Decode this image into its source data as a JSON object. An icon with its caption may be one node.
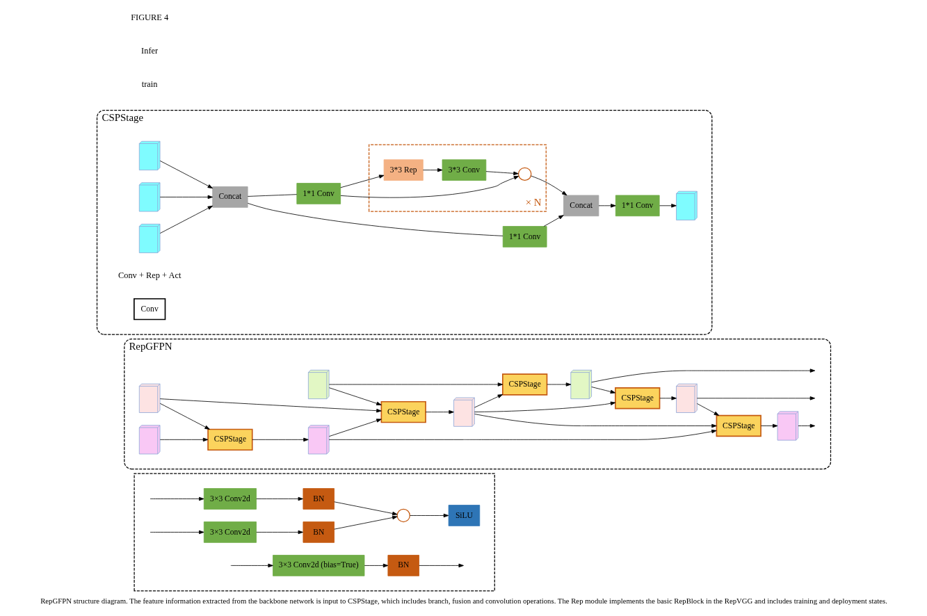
{
  "diagram": {
    "caption": "RepGFPN structure diagram. The feature information extracted from the backbone network is input to CSPStage, which includes branch, fusion and convolution operations. The Rep module implements the basic RepBlock in the RepVGG and includes training and deployment states.",
    "nodes": [
      {
        "text": [
          "CSPStage"
        ]
      },
      {
        "text": [],
        "shape": "picture",
        "in": 0
      },
      {
        "text": [],
        "shape": "picture",
        "in": 0
      },
      {
        "text": [],
        "shape": "picture",
        "in": 0
      },
      {
        "text": [
          "Concat"
        ],
        "in": 0
      },
      {
        "text": [
          "1*1 Conv"
        ],
        "in": 0
      },
      {
        "text": [
          "1*1 Conv"
        ],
        "in": 0
      },
      {
        "text": [],
        "shape": "box",
        "beside": [
          "× N"
        ],
        "in": 0
      },
      {
        "text": [
          "3*3 Rep"
        ],
        "in": 7
      },
      {
        "text": [
          "3*3 Conv"
        ],
        "in": 7
      },
      {
        "text": [],
        "shape": "circle",
        "in": 7
      },
      {
        "text": [
          "Concat"
        ],
        "in": 0
      },
      {
        "text": [
          "1*1 Conv"
        ],
        "in": 0
      },
      {
        "text": [],
        "shape": "picture",
        "in": 0
      },
      {
        "text": [
          "Conv"
        ],
        "beside": [
          "Conv + Rep + Act"
        ],
        "in": 0
      },
      {
        "text": [
          "RepGFPN"
        ]
      },
      {
        "text": [],
        "shape": "picture",
        "in": 15
      },
      {
        "text": [
          "CSPStage"
        ],
        "in": 15
      },
      {
        "text": [],
        "shape": "picture",
        "in": 15
      },
      {
        "text": [],
        "shape": "picture",
        "in": 15
      },
      {
        "text": [
          "CSPStage"
        ],
        "in": 15
      },
      {
        "text": [],
        "shape": "picture",
        "in": 15
      },
      {
        "text": [
          "CSPStage"
        ],
        "in": 15
      },
      {
        "text": [],
        "shape": "picture",
        "in": 15
      },
      {
        "text": [],
        "shape": "picture",
        "in": 15
      },
      {
        "text": [
          "CSPStage"
        ],
        "in": 15
      },
      {
        "text": [],
        "shape": "picture",
        "in": 15
      },
      {
        "text": [
          "CSPStage"
        ],
        "in": 15
      },
      {
        "text": [],
        "shape": "picture",
        "in": 15
      },
      {
        "text": [],
        "shape": "box"
      },
      {
        "text": [
          "3×3 Conv2d"
        ],
        "in": 29
      },
      {
        "text": [
          "3×3 Conv2d"
        ],
        "in": 29
      },
      {
        "text": [
          "BN"
        ],
        "in": 29
      },
      {
        "text": [
          "BN"
        ],
        "in": 29
      },
      {
        "text": [],
        "shape": "circle",
        "in": 29
      },
      {
        "text": [
          "SiLU"
        ],
        "in": 29
      },
      {
        "text": [
          "3×3 Conv2d (bias=True)"
        ],
        "in": 29
      },
      {
        "text": [
          "BN"
        ],
        "in": 29
      }
    ],
    "edges": [
      {
        "from": 1,
        "to": 4,
        "arrow": "to"
      },
      {
        "from": 2,
        "to": 4,
        "arrow": "to"
      },
      {
        "from": 3,
        "to": 4,
        "arrow": "to"
      },
      {
        "from": 4,
        "to": 5,
        "arrow": "none"
      },
      {
        "from": 4,
        "to": 6,
        "arrow": "none"
      },
      {
        "from": 5,
        "to": 11,
        "arrow": "to"
      },
      {
        "from": 6,
        "to": 8,
        "arrow": "to"
      },
      {
        "from": 6,
        "to": 10,
        "arrow": "to"
      },
      {
        "from": 8,
        "to": 9,
        "arrow": "to"
      },
      {
        "from": 9,
        "to": 10,
        "arrow": "to"
      },
      {
        "from": 10,
        "to": 11,
        "arrow": "to"
      },
      {
        "from": 11,
        "to": 12,
        "arrow": "to"
      },
      {
        "from": 12,
        "to": 13,
        "arrow": "to"
      },
      {
        "from": 16,
        "to": 17,
        "arrow": "to"
      },
      {
        "from": 17,
        "to": 18,
        "arrow": "to"
      },
      {
        "from": 18,
        "to": null,
        "arrow": "to"
      },
      {
        "from": 16,
        "to": 20,
        "arrow": "to"
      },
      {
        "from": 19,
        "to": 20,
        "arrow": "to"
      },
      {
        "from": 20,
        "to": 21,
        "arrow": "to"
      },
      {
        "from": 21,
        "to": 17,
        "arrow": "to"
      },
      {
        "from": 21,
        "to": 22,
        "arrow": "to"
      },
      {
        "from": 18,
        "to": 22,
        "arrow": "to"
      },
      {
        "from": 22,
        "to": 23,
        "arrow": "to"
      },
      {
        "from": 23,
        "to": null,
        "arrow": "to"
      },
      {
        "from": 19,
        "to": 25,
        "arrow": "to"
      },
      {
        "from": 24,
        "to": 25,
        "arrow": "to"
      },
      {
        "from": 25,
        "to": 26,
        "arrow": "to"
      },
      {
        "from": 26,
        "to": 20,
        "arrow": "to"
      },
      {
        "from": 26,
        "to": 27,
        "arrow": "to"
      },
      {
        "from": 21,
        "to": 27,
        "arrow": "to"
      },
      {
        "from": 23,
        "to": 27,
        "arrow": "to"
      },
      {
        "from": 27,
        "to": 28,
        "arrow": "to"
      },
      {
        "from": 28,
        "to": null,
        "arrow": "to"
      },
      {
        "from": null,
        "to": 30,
        "arrow": "to"
      },
      {
        "from": null,
        "to": 31,
        "arrow": "to"
      },
      {
        "from": 30,
        "to": 32,
        "arrow": "to"
      },
      {
        "from": 31,
        "to": 33,
        "arrow": "to"
      },
      {
        "from": 32,
        "to": 34,
        "arrow": "to"
      },
      {
        "from": 33,
        "to": 34,
        "arrow": "to"
      },
      {
        "from": 34,
        "to": 35,
        "arrow": "to"
      },
      {
        "from": null,
        "to": 36,
        "arrow": "to"
      },
      {
        "from": 36,
        "to": 37,
        "arrow": "to"
      },
      {
        "from": 37,
        "to": null,
        "arrow": "to"
      }
    ],
    "labels": [
      "train",
      "Infer",
      "FIGURE 4"
    ]
  }
}
